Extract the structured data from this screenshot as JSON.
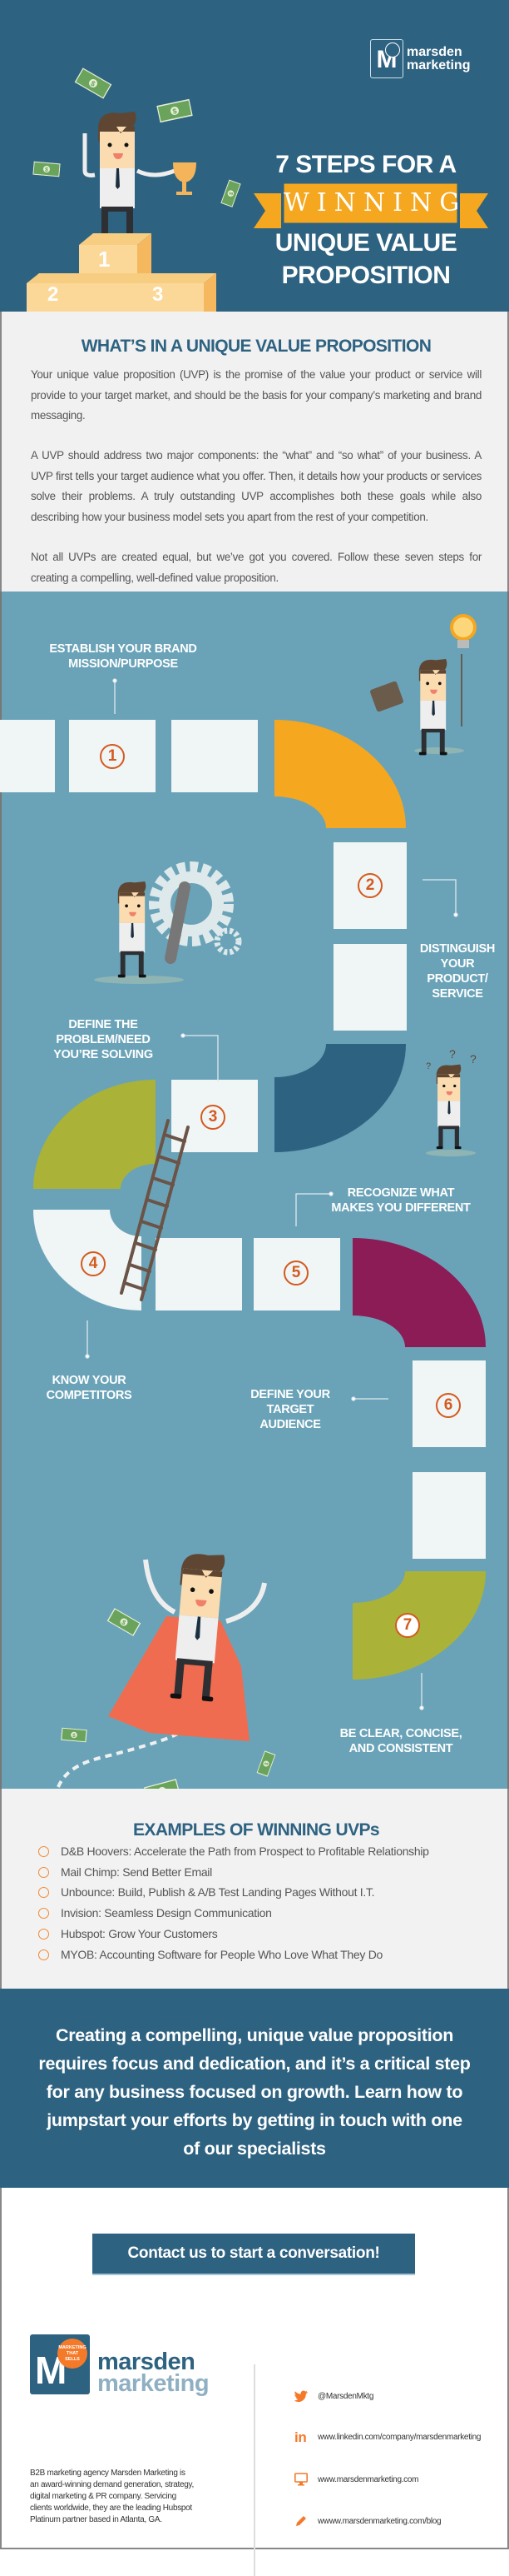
{
  "brand": {
    "name_line1": "marsden",
    "name_line2": "marketing",
    "badge": "MARKETING THAT SELLS"
  },
  "header": {
    "title_line1": "7 STEPS FOR A",
    "ribbon": "WINNING",
    "title_line2": "UNIQUE VALUE",
    "title_line3": "PROPOSITION",
    "podium": [
      "1",
      "2",
      "3"
    ]
  },
  "intro": {
    "heading": "WHAT’S IN A UNIQUE VALUE PROPOSITION",
    "paragraphs": [
      "Your unique value proposition (UVP) is the promise of the value your product or service will provide to your target market, and should be the basis for your company’s marketing and brand messaging.",
      "A UVP should address two major components: the “what” and “so what” of your business. A UVP first tells your target audience what you offer. Then, it details how your products or services solve their problems. A truly outstanding UVP accomplishes both these goals while also describing how your business model sets you apart from the rest of your competition.",
      "Not all UVPs are created equal, but we’ve got you covered. Follow these seven steps for creating a compelling, well-defined value proposition."
    ]
  },
  "steps": [
    {
      "number": "1",
      "label": [
        "ESTABLISH YOUR BRAND",
        "MISSION/PURPOSE"
      ]
    },
    {
      "number": "2",
      "label": [
        "DISTINGUISH",
        "YOUR",
        "PRODUCT/",
        "SERVICE"
      ]
    },
    {
      "number": "3",
      "label": [
        "DEFINE THE",
        "PROBLEM/NEED",
        "YOU’RE SOLVING"
      ]
    },
    {
      "number": "4",
      "label": [
        "KNOW YOUR",
        "COMPETITORS"
      ]
    },
    {
      "number": "5",
      "label": [
        "RECOGNIZE WHAT",
        "MAKES YOU DIFFERENT"
      ]
    },
    {
      "number": "6",
      "label": [
        "DEFINE YOUR",
        "TARGET",
        "AUDIENCE"
      ]
    },
    {
      "number": "7",
      "label": [
        "BE CLEAR, CONCISE,",
        "AND CONSISTENT"
      ]
    }
  ],
  "colors": {
    "header": "#2e6281",
    "board": "#6aa3b8",
    "orange": "#f4a71f",
    "olive": "#aab238",
    "magenta": "#8b1c55",
    "accent": "#d45a1f"
  },
  "examples": {
    "heading": "EXAMPLES OF WINNING UVPs",
    "items": [
      "D&B Hoovers: Accelerate the Path from Prospect to Profitable Relationship",
      "Mail Chimp: Send Better Email",
      "Unbounce: Build, Publish & A/B Test Landing Pages Without I.T.",
      "Invision: Seamless Design Communication",
      "Hubspot: Grow Your Customers",
      "MYOB: Accounting Software for People Who Love What They Do"
    ]
  },
  "cta": {
    "lines": [
      "Creating a compelling, unique value proposition",
      "requires focus and dedication, and it’s a critical step",
      "for any business focused on growth. Learn how to",
      "jumpstart your efforts by getting in touch with one",
      "of our specialists"
    ],
    "button": "Contact us to start a conversation!"
  },
  "footer": {
    "about": [
      "B2B marketing agency Marsden Marketing is",
      "an award-winning demand generation, strategy,",
      "digital marketing & PR company. Servicing",
      "clients worldwide, they are the leading Hubspot",
      "Platinum partner based in Atlanta, GA."
    ],
    "contacts": [
      {
        "icon": "twitter-icon",
        "text": "@MarsdenMktg"
      },
      {
        "icon": "linkedin-icon",
        "text": "www.linkedin.com/company/marsdenmarketing"
      },
      {
        "icon": "monitor-icon",
        "text": "www.marsdenmarketing.com"
      },
      {
        "icon": "pencil-icon",
        "text": "wwww.marsdenmarketing.com/blog"
      }
    ]
  }
}
